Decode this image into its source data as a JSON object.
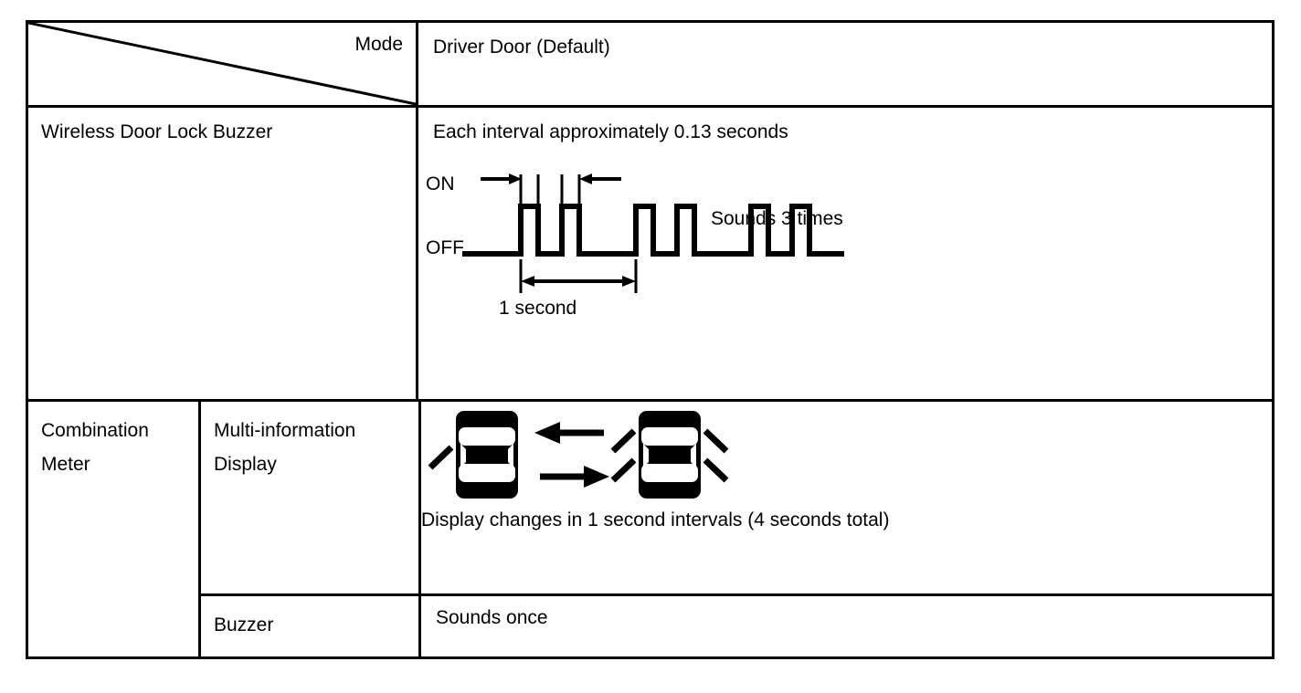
{
  "table": {
    "header": {
      "corner_label": "Mode",
      "mode_value": "Driver Door (Default)"
    },
    "rows": [
      {
        "label": "Wireless Door Lock Buzzer",
        "value_heading": "Each interval approximately 0.13 seconds",
        "waveform": {
          "on_label": "ON",
          "off_label": "OFF",
          "interval_annotation": "0.13 seconds",
          "period_label": "1 second",
          "repeat_label": "Sounds 3 times",
          "pulse_groups": 3,
          "pulses_per_group": 2,
          "total_pulses": 6
        }
      },
      {
        "label": "Combination Meter",
        "sub_rows": [
          {
            "label": "Multi-information Display",
            "caption": "Display changes in 1 second intervals (4 seconds total)",
            "diagram": {
              "left_car_rays": 1,
              "right_car_rays": 4,
              "arrow_top": "left",
              "arrow_bottom": "right"
            }
          },
          {
            "label": "Buzzer",
            "value": "Sounds once"
          }
        ]
      }
    ]
  },
  "colors": {
    "ink": "#000000",
    "paper": "#ffffff"
  }
}
